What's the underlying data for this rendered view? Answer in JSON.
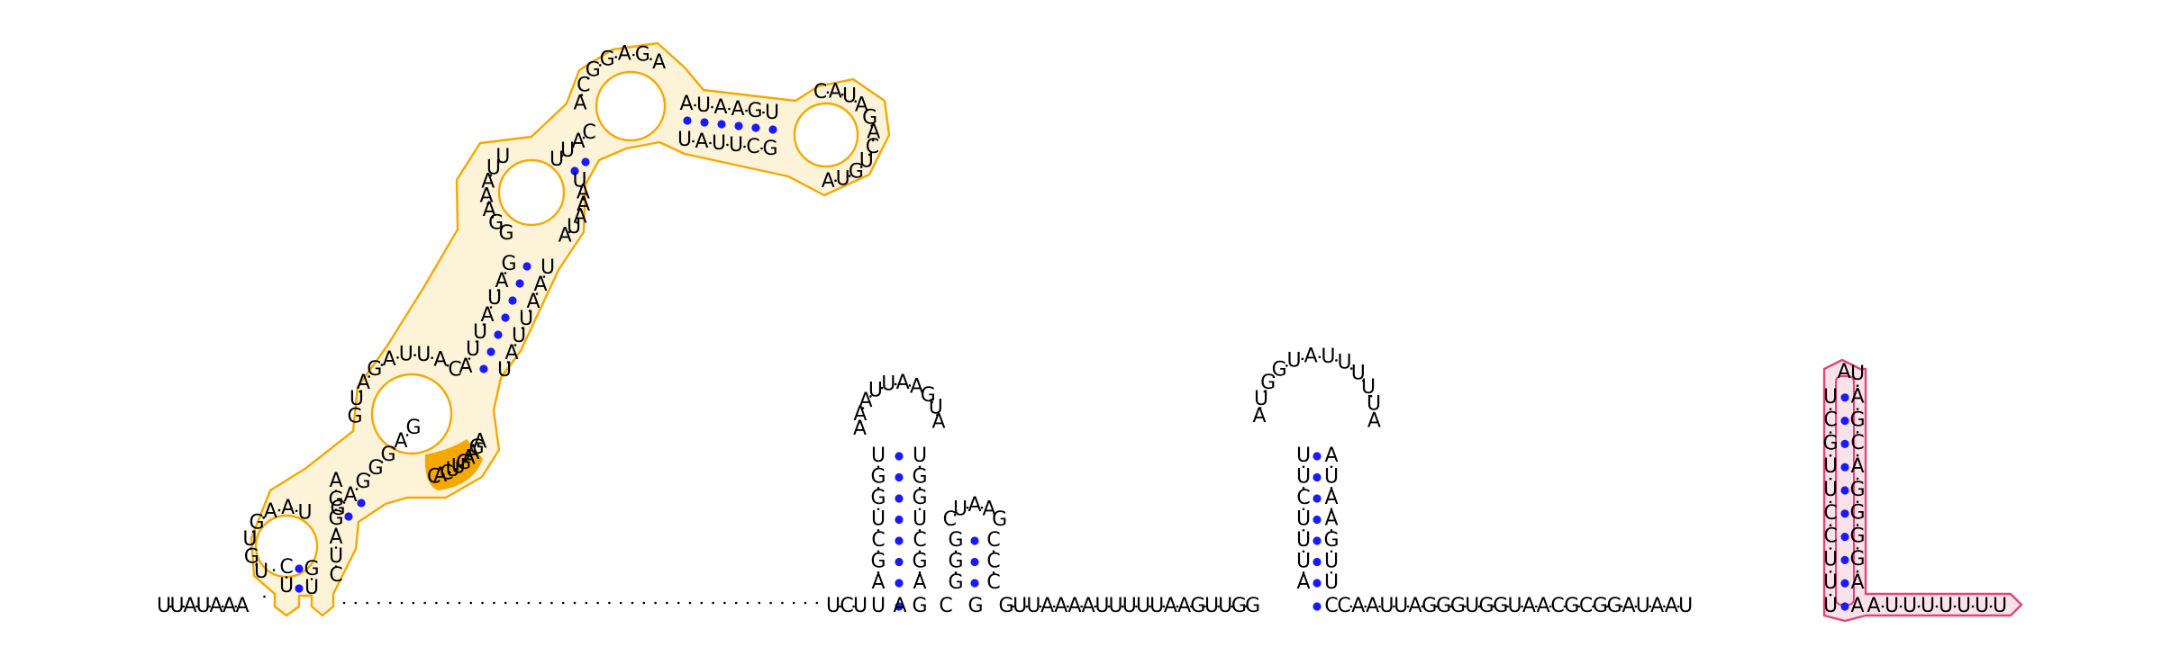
{
  "diagram": {
    "type": "RNA secondary structure",
    "colors": {
      "nucleotide_text": "#000000",
      "base_pair_dot": "#1a1aff",
      "backbone_dash": "#000000",
      "domain_orange_outline": "#f5a800",
      "domain_orange_fill": "#fdf3d9",
      "domain_orange_highlight": "#f5a800",
      "domain_pink_outline": "#e0457b",
      "domain_pink_fill": "#fbe1e9"
    },
    "sequence": {
      "five_prime_tail": "UUAUAAA",
      "linker_after_domain1": "UCU",
      "hairpin_stem_A": {
        "left": "AGCUGGU",
        "right": "AGCUGGU",
        "loop": "AAAUUAAGUA"
      },
      "hairpin_stem_B": {
        "left": "GGG",
        "right": "CCC",
        "loop": "CUAAG"
      },
      "spacer_1": "GUUAAAAUUUUUAAGUUGG",
      "hairpin_stem_C": {
        "left": "AUUUCUU",
        "right": "UUGAAUA",
        "loop": "AUGGUAUUUUUA"
      },
      "spacer_2": "CAAUUAGGGUGGUAACGCGGAUAAU",
      "hairpin_stem_D": {
        "left": "UUUCCUUGCU",
        "right": "AGGGGACGAU"
      },
      "three_prime_tail": "AUUUUUUU"
    },
    "dashes": ".................................................."
  }
}
